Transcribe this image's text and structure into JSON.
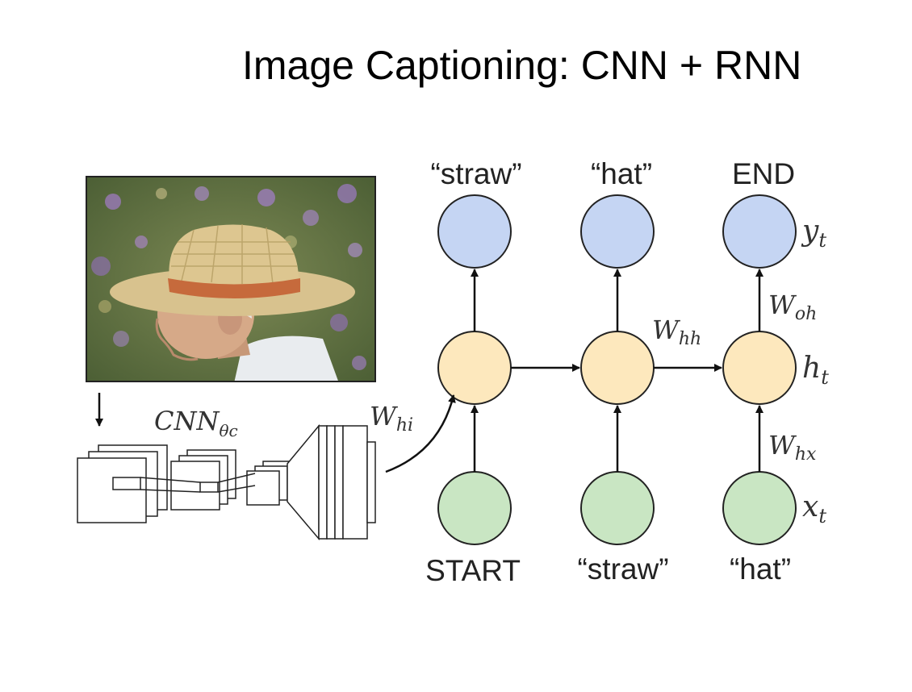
{
  "slide": {
    "title": "Image Captioning: CNN + RNN"
  },
  "photo": {
    "description_icon": "photo-man-straw-hat"
  },
  "cnn": {
    "label_main": "CNN",
    "label_sub": "θc"
  },
  "rnn": {
    "outputs": [
      "“straw”",
      "“hat”",
      "END"
    ],
    "inputs": [
      "START",
      "“straw”",
      "“hat”"
    ],
    "var_y": "y",
    "var_y_sub": "t",
    "var_h": "h",
    "var_h_sub": "t",
    "var_x": "x",
    "var_x_sub": "t",
    "w_hi": "W",
    "w_hi_sub": "hi",
    "w_hh": "W",
    "w_hh_sub": "hh",
    "w_oh": "W",
    "w_oh_sub": "oh",
    "w_hx": "W",
    "w_hx_sub": "hx"
  },
  "colors": {
    "output_node": "#c5d5f3",
    "hidden_node": "#fde8bd",
    "input_node": "#c9e6c3",
    "stroke": "#222222"
  }
}
